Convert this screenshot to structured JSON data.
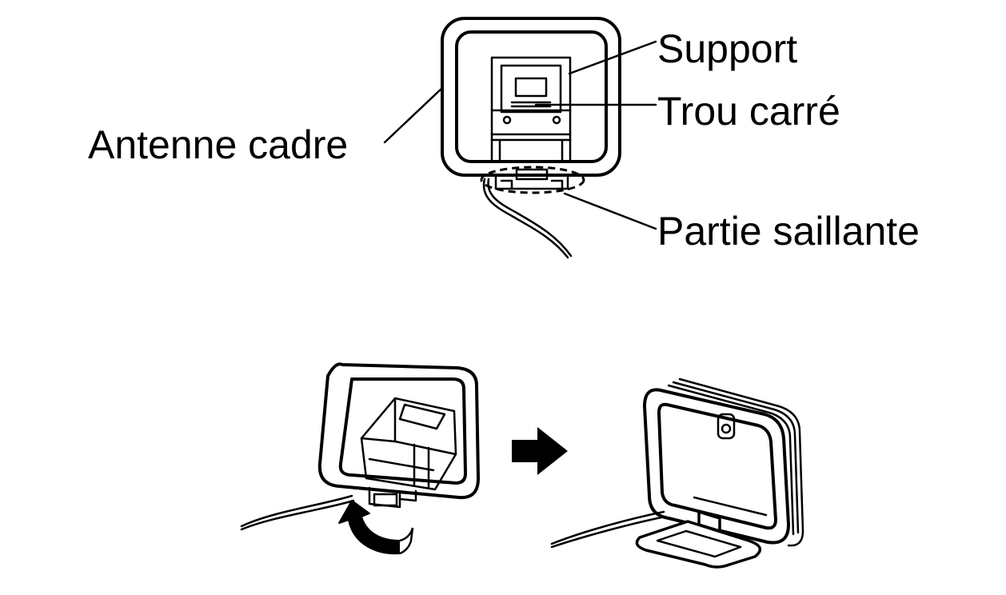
{
  "labels": {
    "support": "Support",
    "square_hole": "Trou carré",
    "loop_antenna": "Antenne cadre",
    "protrusion": "Partie saillante"
  },
  "icons": {
    "arrow": "arrow-right-icon",
    "rotate": "curved-arrow-icon"
  },
  "colors": {
    "ink": "#000000",
    "paper": "#ffffff"
  }
}
